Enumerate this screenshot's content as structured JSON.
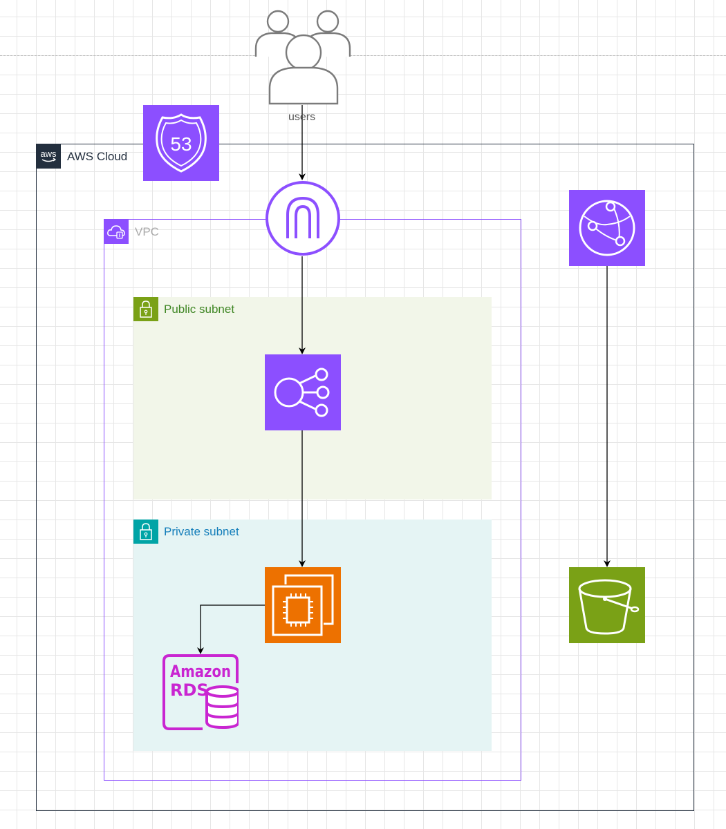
{
  "users": {
    "label": "users"
  },
  "groups": {
    "aws_cloud": {
      "label": "AWS Cloud"
    },
    "vpc": {
      "label": "VPC"
    },
    "public_subnet": {
      "label": "Public subnet"
    },
    "private_subnet": {
      "label": "Private subnet"
    }
  },
  "services": {
    "route53": {
      "icon": "route53-shield-icon",
      "text": "53",
      "color": "#8c4fff"
    },
    "internet_gateway": {
      "icon": "internet-gateway-icon",
      "color": "#8c4fff"
    },
    "cloudfront": {
      "icon": "cloudfront-globe-icon",
      "color": "#8c4fff"
    },
    "load_balancer": {
      "icon": "elastic-load-balancer-icon",
      "color": "#8c4fff"
    },
    "ec2": {
      "icon": "ec2-chip-icon",
      "color": "#ed7100"
    },
    "rds": {
      "icon": "amazon-rds-icon",
      "line1": "Amazon",
      "line2": "RDS",
      "color": "#c925d1"
    },
    "s3": {
      "icon": "s3-bucket-icon",
      "color": "#7aa116"
    }
  },
  "colors": {
    "cloud_border": "#232f3e",
    "vpc_border": "#8c4fff",
    "public_fill": "#f2f6e9",
    "private_fill": "#e5f4f4"
  }
}
